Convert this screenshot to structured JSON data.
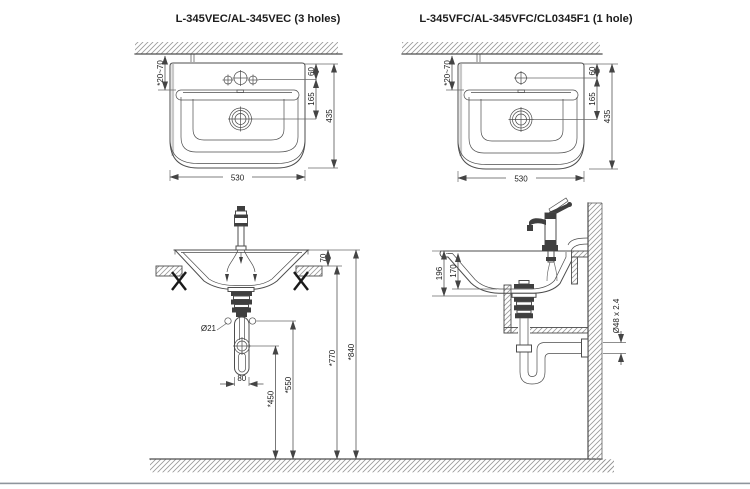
{
  "panels": {
    "left": {
      "title": "L-345VEC/AL-345VEC (3 holes)",
      "front": {
        "wall_gap": "*20~70",
        "top_to_holes": "60",
        "holes_to_drain": "165",
        "height": "435",
        "width": "530"
      },
      "section": {
        "rim_above_counter": "70",
        "supply_hole_dia": "Ø21",
        "outlet_width": "80",
        "trap_center_height": "*450",
        "supply_height": "*550",
        "counter_height": "*770",
        "rim_height": "*840"
      }
    },
    "right": {
      "title": "L-345VFC/AL-345VFC/CL0345F1 (1 hole)",
      "front": {
        "wall_gap": "*20~70",
        "top_to_holes": "60",
        "holes_to_drain": "165",
        "height": "435",
        "width": "530"
      },
      "section": {
        "basin_depth": "196",
        "bowl_depth": "170",
        "drain_pipe": "Ø48 x 2.4"
      }
    }
  },
  "colors": {
    "line": "#4d4d4d",
    "hatch": "#999999",
    "text": "#1c1c1c",
    "bottom_rule": "#8e959c",
    "background": "#ffffff"
  }
}
